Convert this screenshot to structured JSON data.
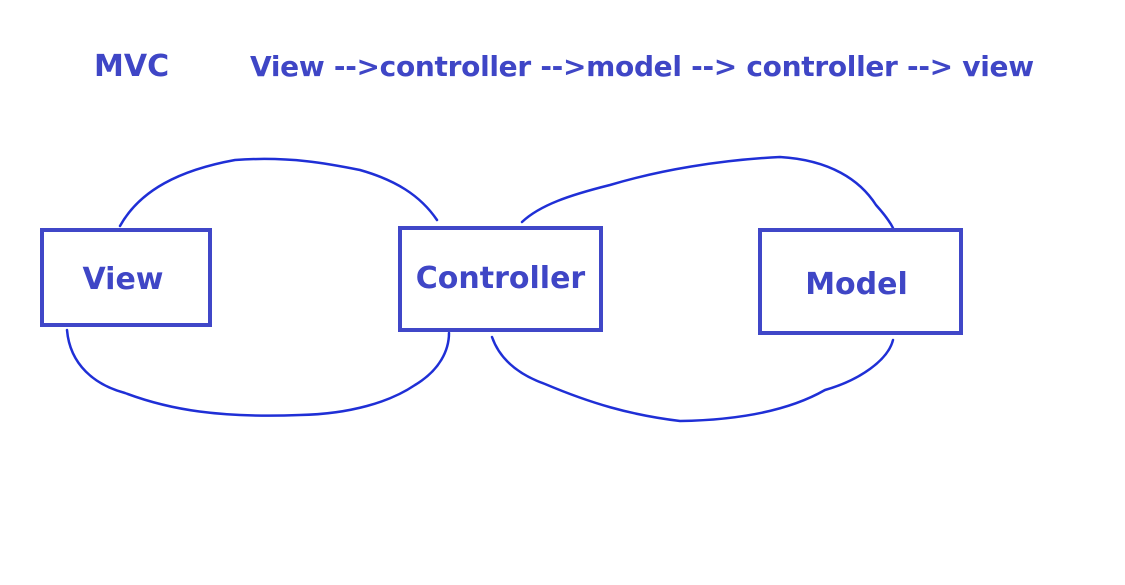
{
  "header": {
    "title": "MVC",
    "flow": "View -->controller -->model --> controller --> view"
  },
  "nodes": {
    "view": "View",
    "controller": "Controller",
    "model": "Model"
  },
  "colors": {
    "text": "#3F46C6",
    "box_border": "#4047C8",
    "loop_stroke": "#1F2FD6"
  }
}
